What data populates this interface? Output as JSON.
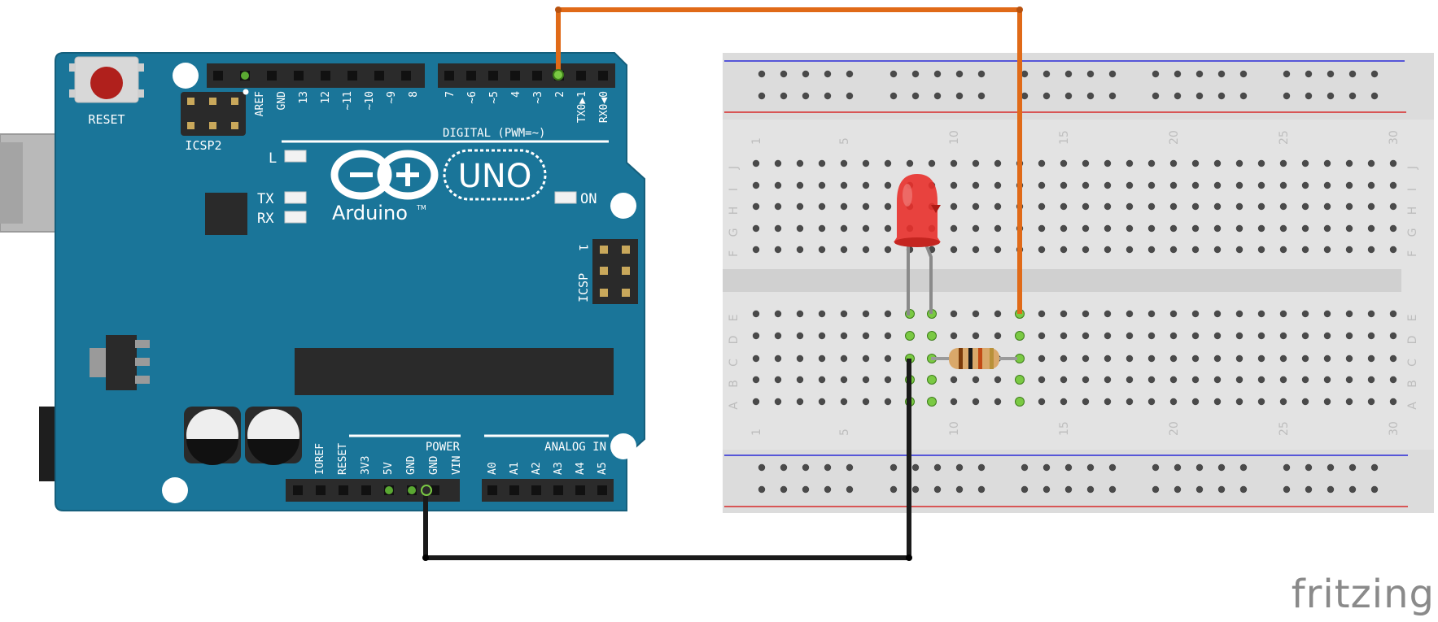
{
  "arduino": {
    "reset_label": "RESET",
    "icsp2_label": "ICSP2",
    "icsp_label": "ICSP",
    "icsp_pin1": "1",
    "digital_header": "DIGITAL (PWM=~)",
    "digital_pins_left": [
      "AREF",
      "GND",
      "13",
      "12",
      "~11",
      "~10",
      "~9",
      "8"
    ],
    "digital_pins_right": [
      "7",
      "~6",
      "~5",
      "4",
      "~3",
      "2",
      "TX0▶1",
      "RX0◀0"
    ],
    "led_l": "L",
    "led_tx": "TX",
    "led_rx": "RX",
    "led_on": "ON",
    "logo_text": "Arduino",
    "logo_tm": "TM",
    "model": "UNO",
    "power_header": "POWER",
    "power_pins": [
      "IOREF",
      "RESET",
      "3V3",
      "5V",
      "GND",
      "GND",
      "VIN"
    ],
    "analog_header": "ANALOG IN",
    "analog_pins": [
      "A0",
      "A1",
      "A2",
      "A3",
      "A4",
      "A5"
    ]
  },
  "breadboard": {
    "column_numbers": [
      "1",
      "5",
      "10",
      "15",
      "20",
      "25",
      "30"
    ],
    "rows_top": [
      "J",
      "I",
      "H",
      "G",
      "F"
    ],
    "rows_bottom": [
      "E",
      "D",
      "C",
      "B",
      "A"
    ]
  },
  "components": {
    "led_color": "#e8302b",
    "resistor_body": "#d9a86a",
    "wire_signal_color": "#e06a18",
    "wire_ground_color": "#1a1a1a",
    "board_color": "#1a7599"
  },
  "brand": "fritzing"
}
